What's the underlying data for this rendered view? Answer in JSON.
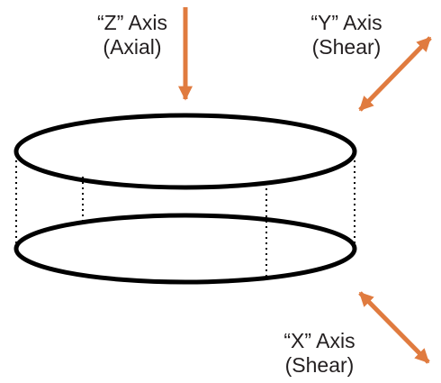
{
  "labels": {
    "z_axis": {
      "name": "“Z” Axis",
      "type": "(Axial)"
    },
    "y_axis": {
      "name": "“Y” Axis",
      "type": "(Shear)"
    },
    "x_axis": {
      "name": "“X” Axis",
      "type": "(Shear)"
    }
  },
  "colors": {
    "arrow": "#e07b3f",
    "outline": "#000000",
    "text": "#231f20"
  }
}
